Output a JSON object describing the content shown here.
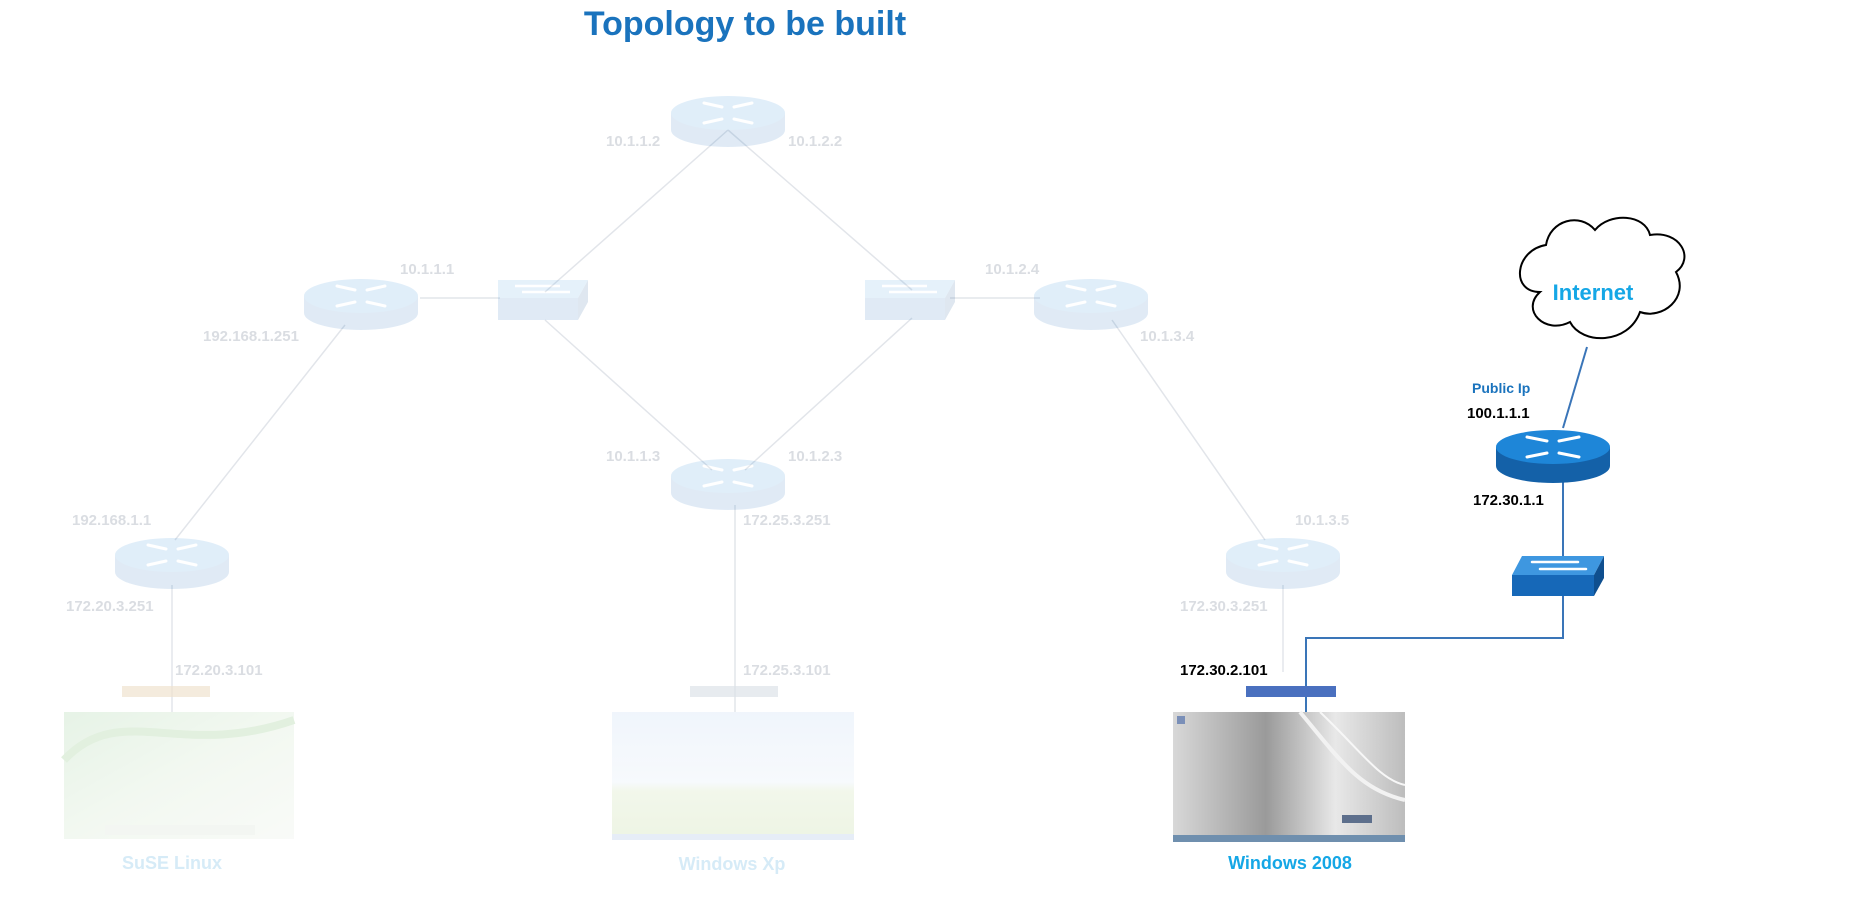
{
  "title": "Topology to be built",
  "ip_labels": {
    "top_left": "10.1.1.2",
    "top_right": "10.1.2.2",
    "left_switch_side": "10.1.1.1",
    "left_router_down": "192.168.1.251",
    "right_switch_side": "10.1.2.4",
    "right_router_down": "10.1.3.4",
    "center_left": "10.1.1.3",
    "center_right": "10.1.2.3",
    "suse_router_up": "192.168.1.1",
    "suse_router_down": "172.20.3.251",
    "suse_host": "172.20.3.101",
    "center_down": "172.25.3.251",
    "xp_host": "172.25.3.101",
    "win_router_up": "10.1.3.5",
    "win_router_down": "172.30.3.251",
    "win_host": "172.30.2.101",
    "internet_router_public": "100.1.1.1",
    "internet_router_private": "172.30.1.1"
  },
  "public_ip_caption": "Public Ip",
  "cloud_label": "Internet",
  "hosts": {
    "suse": "SuSE Linux",
    "xp": "Windows Xp",
    "win2008": "Windows 2008"
  },
  "colors": {
    "title": "#1a73bd",
    "router": "#1a7fd4",
    "link": "#3a75b8",
    "faded": "#dadde2",
    "host_label": "#15a7e6"
  }
}
